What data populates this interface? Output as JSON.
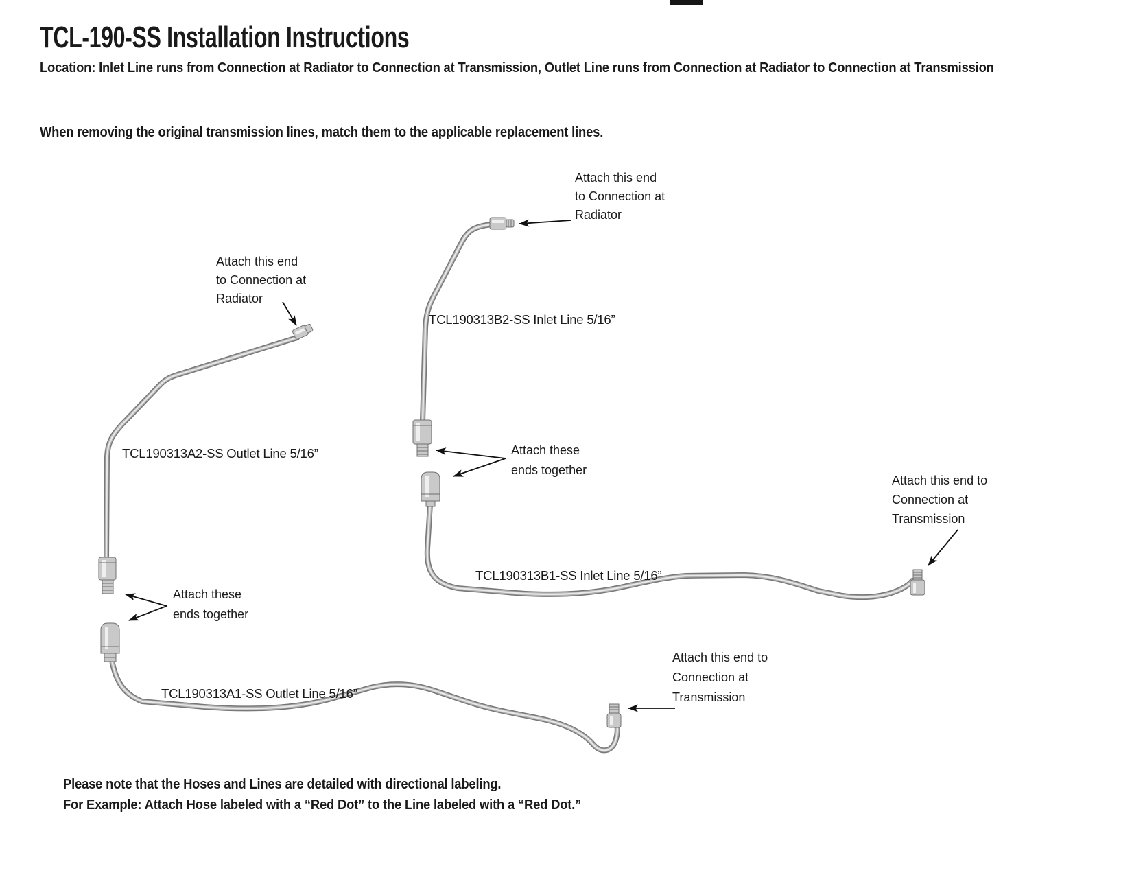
{
  "header": {
    "title": "TCL-190-SS Installation Instructions",
    "location": "Location: Inlet Line runs from Connection at Radiator to Connection at Transmission, Outlet Line runs from Connection at Radiator to Connection at Transmission",
    "intro": "When removing the original transmission lines, match them to the applicable replacement lines."
  },
  "parts": {
    "b2_label": "TCL190313B2-SS Inlet Line 5/16”",
    "a2_label": "TCL190313A2-SS Outlet Line 5/16”",
    "b1_label": "TCL190313B1-SS Inlet Line 5/16”",
    "a1_label": "TCL190313A1-SS Outlet Line 5/16”"
  },
  "annotations": {
    "radiator_top": {
      "l1": "Attach this end",
      "l2": "to Connection at",
      "l3": "Radiator"
    },
    "radiator_left": {
      "l1": "Attach this end",
      "l2": "to Connection at",
      "l3": "Radiator"
    },
    "together_middle": {
      "l1": "Attach these",
      "l2": "ends together"
    },
    "together_left": {
      "l1": "Attach these",
      "l2": "ends together"
    },
    "transmission_right": {
      "l1": "Attach this end to",
      "l2": "Connection at",
      "l3": "Transmission"
    },
    "transmission_bottom": {
      "l1": "Attach this end to",
      "l2": "Connection at",
      "l3": "Transmission"
    }
  },
  "footer": {
    "note1": "Please note that the Hoses and Lines are detailed with directional labeling.",
    "note2": "For Example: Attach Hose labeled with a “Red Dot” to the Line labeled with a “Red Dot.”"
  },
  "colors": {
    "tube_base": "#787878",
    "tube_mid": "#b3b3b3",
    "tube_highlight": "#e9e9e9",
    "text": "#1a1a1a"
  }
}
